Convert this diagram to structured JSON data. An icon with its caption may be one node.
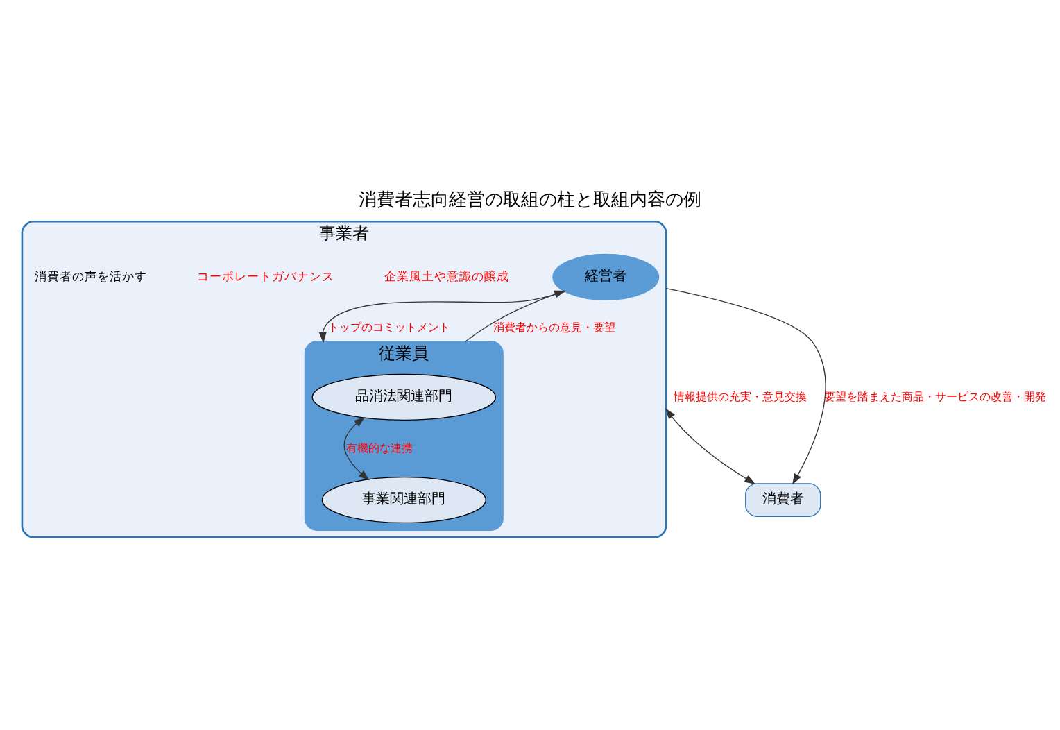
{
  "diagram": {
    "title": "消費者志向経営の取組の柱と取組内容の例",
    "nodes": [
      {
        "text": [
          "事業者"
        ]
      },
      {
        "text": [
          "経営者"
        ],
        "in": 0
      },
      {
        "text": [
          "従業員"
        ],
        "in": 0
      },
      {
        "text": [
          "品消法関連部門"
        ],
        "in": 2
      },
      {
        "text": [
          "事業関連部門"
        ],
        "in": 2
      },
      {
        "text": [
          "消費者"
        ]
      }
    ],
    "edges": [
      {
        "from": 1,
        "to": 2,
        "arrow": "to",
        "label": "トップのコミットメント"
      },
      {
        "from": 2,
        "to": 1,
        "arrow": "to",
        "label": "消費者からの意見・要望"
      },
      {
        "from": 3,
        "to": 4,
        "arrow": "both",
        "label": "有機的な連携"
      },
      {
        "from": 0,
        "to": 5,
        "arrow": "both",
        "label": "情報提供の充実・意見交換"
      },
      {
        "from": 0,
        "to": 5,
        "arrow": "to",
        "label": "要望を踏まえた商品・サービスの改善・開発"
      }
    ],
    "labels": [
      "企業風土や意識の醸成",
      "コーポレートガバナンス",
      "消費者の声を活かす"
    ]
  }
}
